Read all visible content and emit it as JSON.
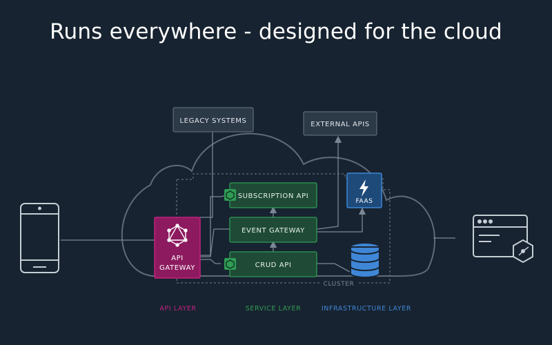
{
  "title": "Runs everywhere - designed for the cloud",
  "nodes": {
    "legacy": "LEGACY SYSTEMS",
    "external": "EXTERNAL APIS",
    "subscription": "SUBSCRIPTION API",
    "event_gateway": "EVENT GATEWAY",
    "crud": "CRUD API",
    "faas": "FAAS",
    "api_gateway_line1": "API",
    "api_gateway_line2": "GATEWAY",
    "cluster": "CLUSTER"
  },
  "layers": {
    "api": "API LAYER",
    "service": "SERVICE LAYER",
    "infrastructure": "INFRASTRUCTURE LAYER"
  },
  "colors": {
    "background": "#172330",
    "api_layer": "#c2237f",
    "service_layer": "#2f9d55",
    "infrastructure_layer": "#3f86d6",
    "node_gray": "#2c3947"
  },
  "icons": [
    "mobile-phone-icon",
    "graphql-icon",
    "lightning-icon",
    "database-icon",
    "browser-window-icon",
    "hexagon-node-icon"
  ]
}
